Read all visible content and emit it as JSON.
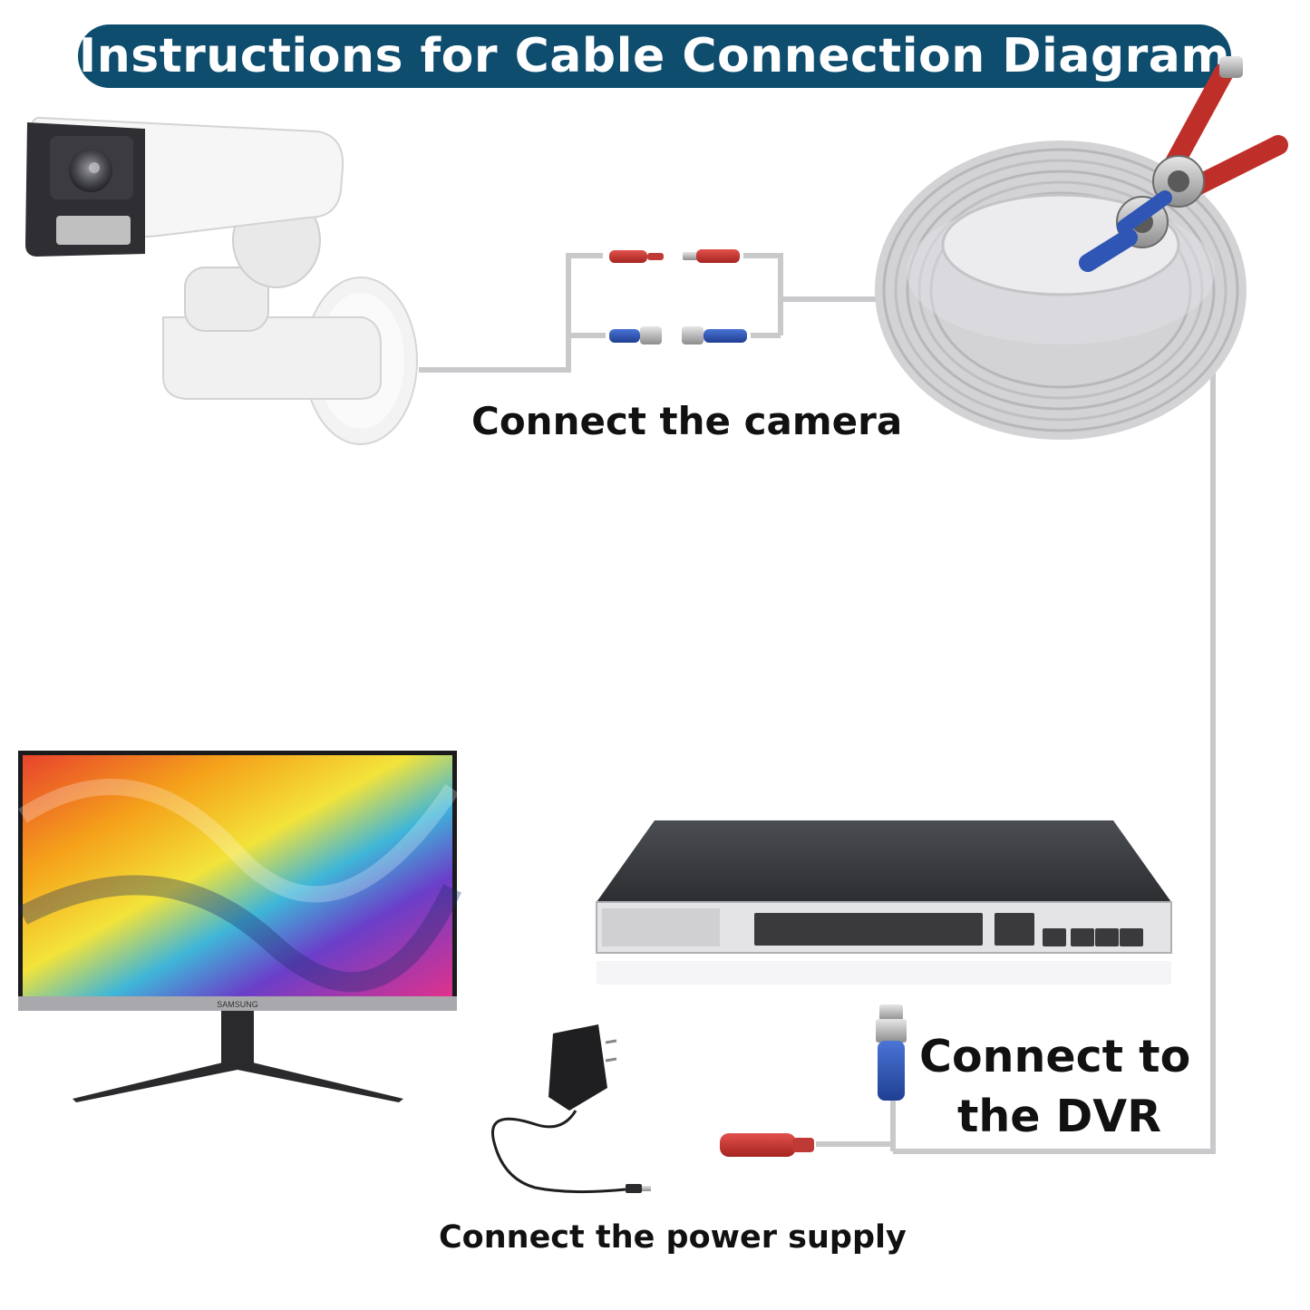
{
  "title": "Instructions for Cable Connection Diagram",
  "captions": {
    "connect_camera": "Connect the camera",
    "connect_dvr_line1": "Connect to",
    "connect_dvr_line2": "the DVR",
    "connect_power": "Connect the power supply"
  },
  "devices": {
    "camera": "bullet-ptz-camera-icon",
    "cable_reel": "siamese-cable-coil-icon",
    "dvr": "dvr-recorder-icon",
    "monitor": "monitor-icon",
    "power_adapter": "power-adapter-icon"
  },
  "monitor_brand": "SAMSUNG",
  "colors": {
    "banner": "#0f4d6e",
    "cable": "#c9c9cc",
    "power_plug": "#c8322f",
    "bnc_sleeve": "#2f56b5",
    "text": "#111111"
  }
}
